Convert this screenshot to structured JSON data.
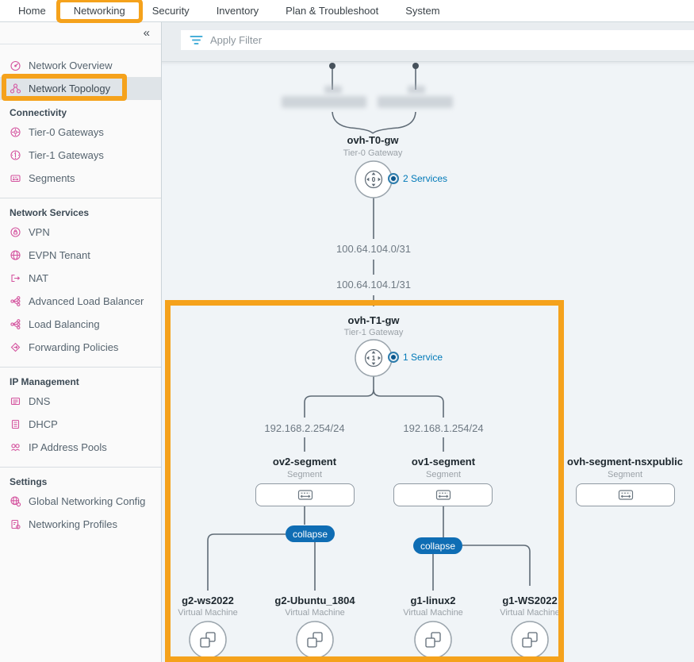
{
  "nav": {
    "items": [
      "Home",
      "Networking",
      "Security",
      "Inventory",
      "Plan & Troubleshoot",
      "System"
    ],
    "active": "Networking"
  },
  "sidebar": {
    "collapse_glyph": "«",
    "sections": [
      {
        "items": [
          {
            "label": "Network Overview",
            "icon": "gauge-icon"
          },
          {
            "label": "Network Topology",
            "icon": "topology-icon",
            "active": true
          }
        ]
      },
      {
        "header": "Connectivity",
        "items": [
          {
            "label": "Tier-0 Gateways",
            "icon": "tier0-gateway-icon"
          },
          {
            "label": "Tier-1 Gateways",
            "icon": "tier1-gateway-icon"
          },
          {
            "label": "Segments",
            "icon": "segment-icon"
          }
        ]
      },
      {
        "header": "Network Services",
        "items": [
          {
            "label": "VPN",
            "icon": "vpn-icon"
          },
          {
            "label": "EVPN Tenant",
            "icon": "evpn-icon"
          },
          {
            "label": "NAT",
            "icon": "nat-icon"
          },
          {
            "label": "Advanced Load Balancer",
            "icon": "load-balancer-icon"
          },
          {
            "label": "Load Balancing",
            "icon": "load-balancer-icon"
          },
          {
            "label": "Forwarding Policies",
            "icon": "forwarding-icon"
          }
        ]
      },
      {
        "header": "IP Management",
        "items": [
          {
            "label": "DNS",
            "icon": "dns-icon"
          },
          {
            "label": "DHCP",
            "icon": "dhcp-icon"
          },
          {
            "label": "IP Address Pools",
            "icon": "ip-pools-icon"
          }
        ]
      },
      {
        "header": "Settings",
        "items": [
          {
            "label": "Global Networking Config",
            "icon": "globe-gear-icon"
          },
          {
            "label": "Networking Profiles",
            "icon": "profile-gear-icon"
          }
        ]
      }
    ]
  },
  "filter": {
    "placeholder": "Apply Filter"
  },
  "topology": {
    "t0": {
      "name": "ovh-T0-gw",
      "type": "Tier-0 Gateway",
      "services": "2 Services"
    },
    "t1": {
      "name": "ovh-T1-gw",
      "type": "Tier-1 Gateway",
      "services": "1 Service"
    },
    "uplinks": [
      "100.64.104.0/31",
      "100.64.104.1/31"
    ],
    "segment_links": [
      "192.168.2.254/24",
      "192.168.1.254/24"
    ],
    "segments": [
      {
        "name": "ov2-segment",
        "type": "Segment"
      },
      {
        "name": "ov1-segment",
        "type": "Segment"
      },
      {
        "name": "ovh-segment-nsxpublic",
        "type": "Segment"
      }
    ],
    "collapse_label": "collapse",
    "vms": [
      {
        "name": "g2-ws2022",
        "type": "Virtual Machine"
      },
      {
        "name": "g2-Ubuntu_1804",
        "type": "Virtual Machine"
      },
      {
        "name": "g1-linux2",
        "type": "Virtual Machine"
      },
      {
        "name": "g1-WS2022",
        "type": "Virtual Machine"
      }
    ]
  },
  "colors": {
    "annotation_orange": "#F5A21C",
    "link_blue": "#0079B8",
    "badge_blue": "#0F6DB4",
    "sidebar_icon_pink": "#D4549F"
  }
}
